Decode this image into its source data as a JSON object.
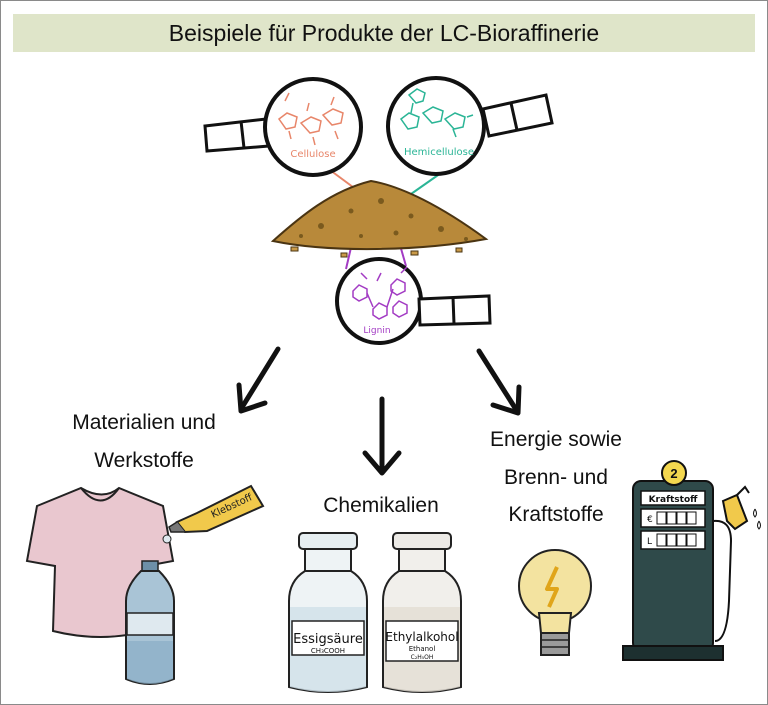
{
  "title": "Beispiele für Produkte der LC-Bioraffinerie",
  "molecules": {
    "cellulose": "Cellulose",
    "hemicellulose": "Hemicellulose",
    "lignin": "Lignin"
  },
  "categories": {
    "materials": {
      "line1": "Materialien und",
      "line2": "Werkstoffe"
    },
    "chemicals": {
      "line1": "Chemikalien"
    },
    "energy": {
      "line1": "Energie sowie",
      "line2": "Brenn- und",
      "line3": "Kraftstoffe"
    }
  },
  "products": {
    "glue_label": "Klebstoff",
    "bottle1_label": "Essigsäure",
    "bottle1_formula": "CH₃COOH",
    "bottle2_label": "Ethylalkohol",
    "bottle2_sub": "Ethanol",
    "bottle2_formula": "C₂H₅OH",
    "pump_number": "2",
    "pump_label": "Kraftstoff",
    "pump_display1": "€",
    "pump_display2": "L"
  },
  "colors": {
    "title_bg": "#dfe5c9",
    "cellulose": "#e8866a",
    "hemicellulose": "#2bb596",
    "lignin": "#a33cc4",
    "biomass": "#b8893a",
    "pump": "#2f4a4a"
  }
}
